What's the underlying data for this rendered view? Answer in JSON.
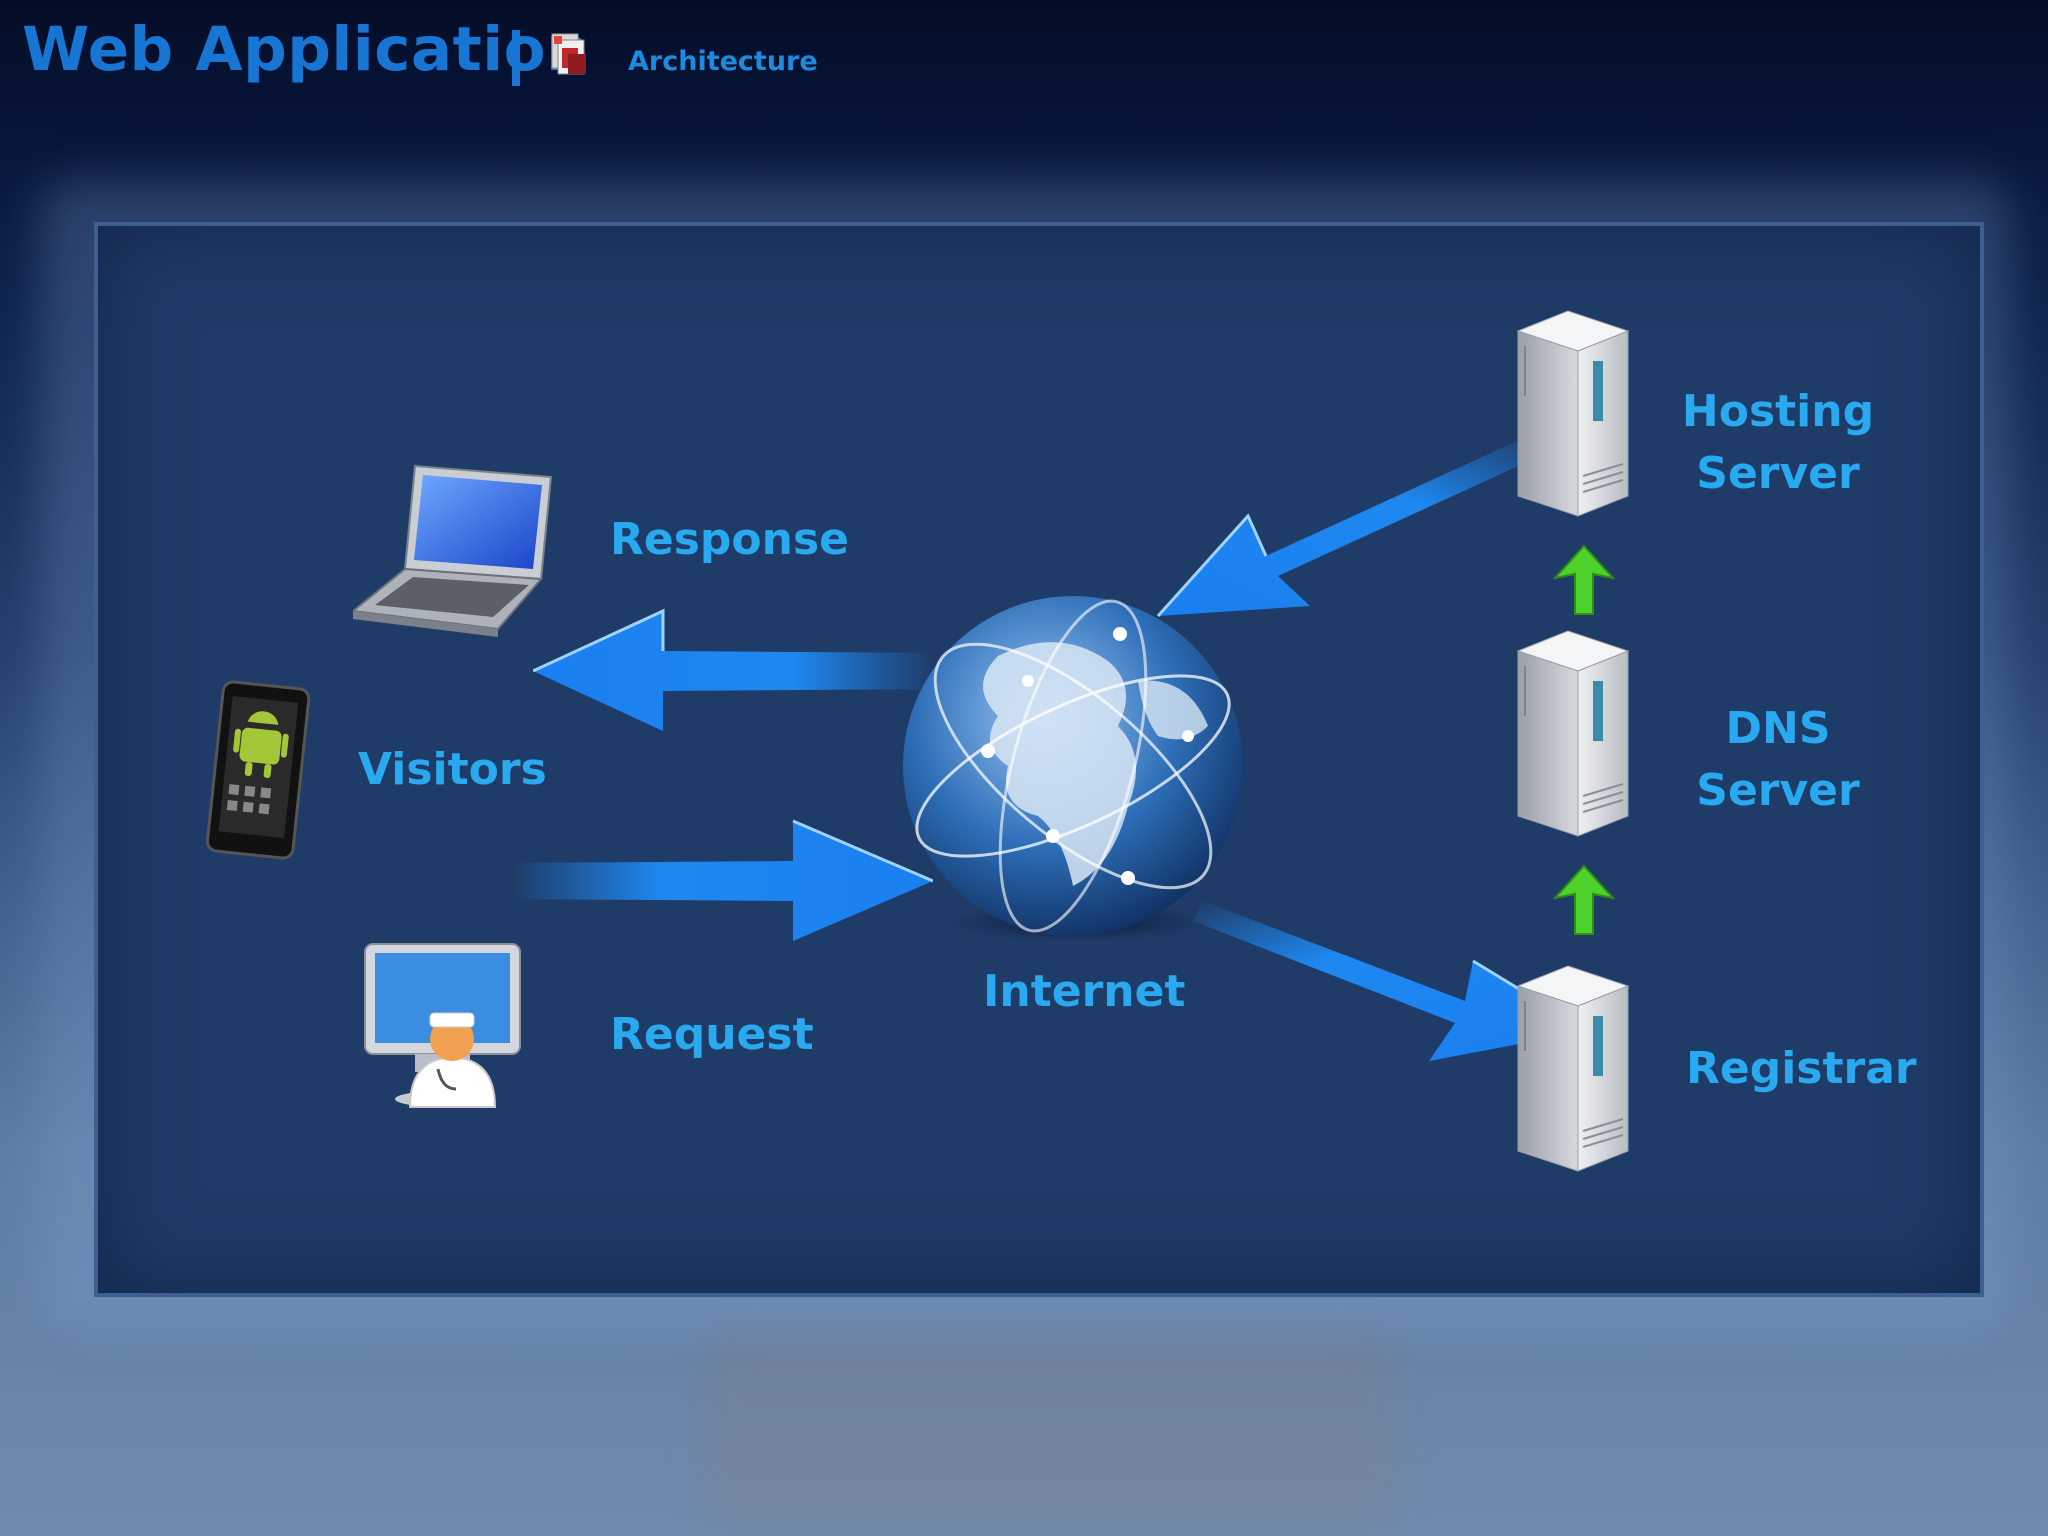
{
  "header": {
    "title": "Web Application",
    "subtitle": "Architecture"
  },
  "diagram": {
    "labels": {
      "response": "Response",
      "visitors": "Visitors",
      "request": "Request",
      "internet": "Internet",
      "hosting_server_line1": "Hosting",
      "hosting_server_line2": "Server",
      "dns_server_line1": "DNS",
      "dns_server_line2": "Server",
      "registrar": "Registrar"
    },
    "icons": [
      "laptop-icon",
      "android-tablet-icon",
      "doctor-monitor-icon",
      "globe-icon",
      "hosting-server-icon",
      "dns-server-icon",
      "registrar-server-icon",
      "response-arrow-icon",
      "request-arrow-icon"
    ],
    "colors": {
      "title": "#1776d4",
      "label": "#29a9ef",
      "arrow_blue": "#1e90ff",
      "arrow_green": "#4ed12a",
      "panel": "#1f3c68"
    }
  }
}
